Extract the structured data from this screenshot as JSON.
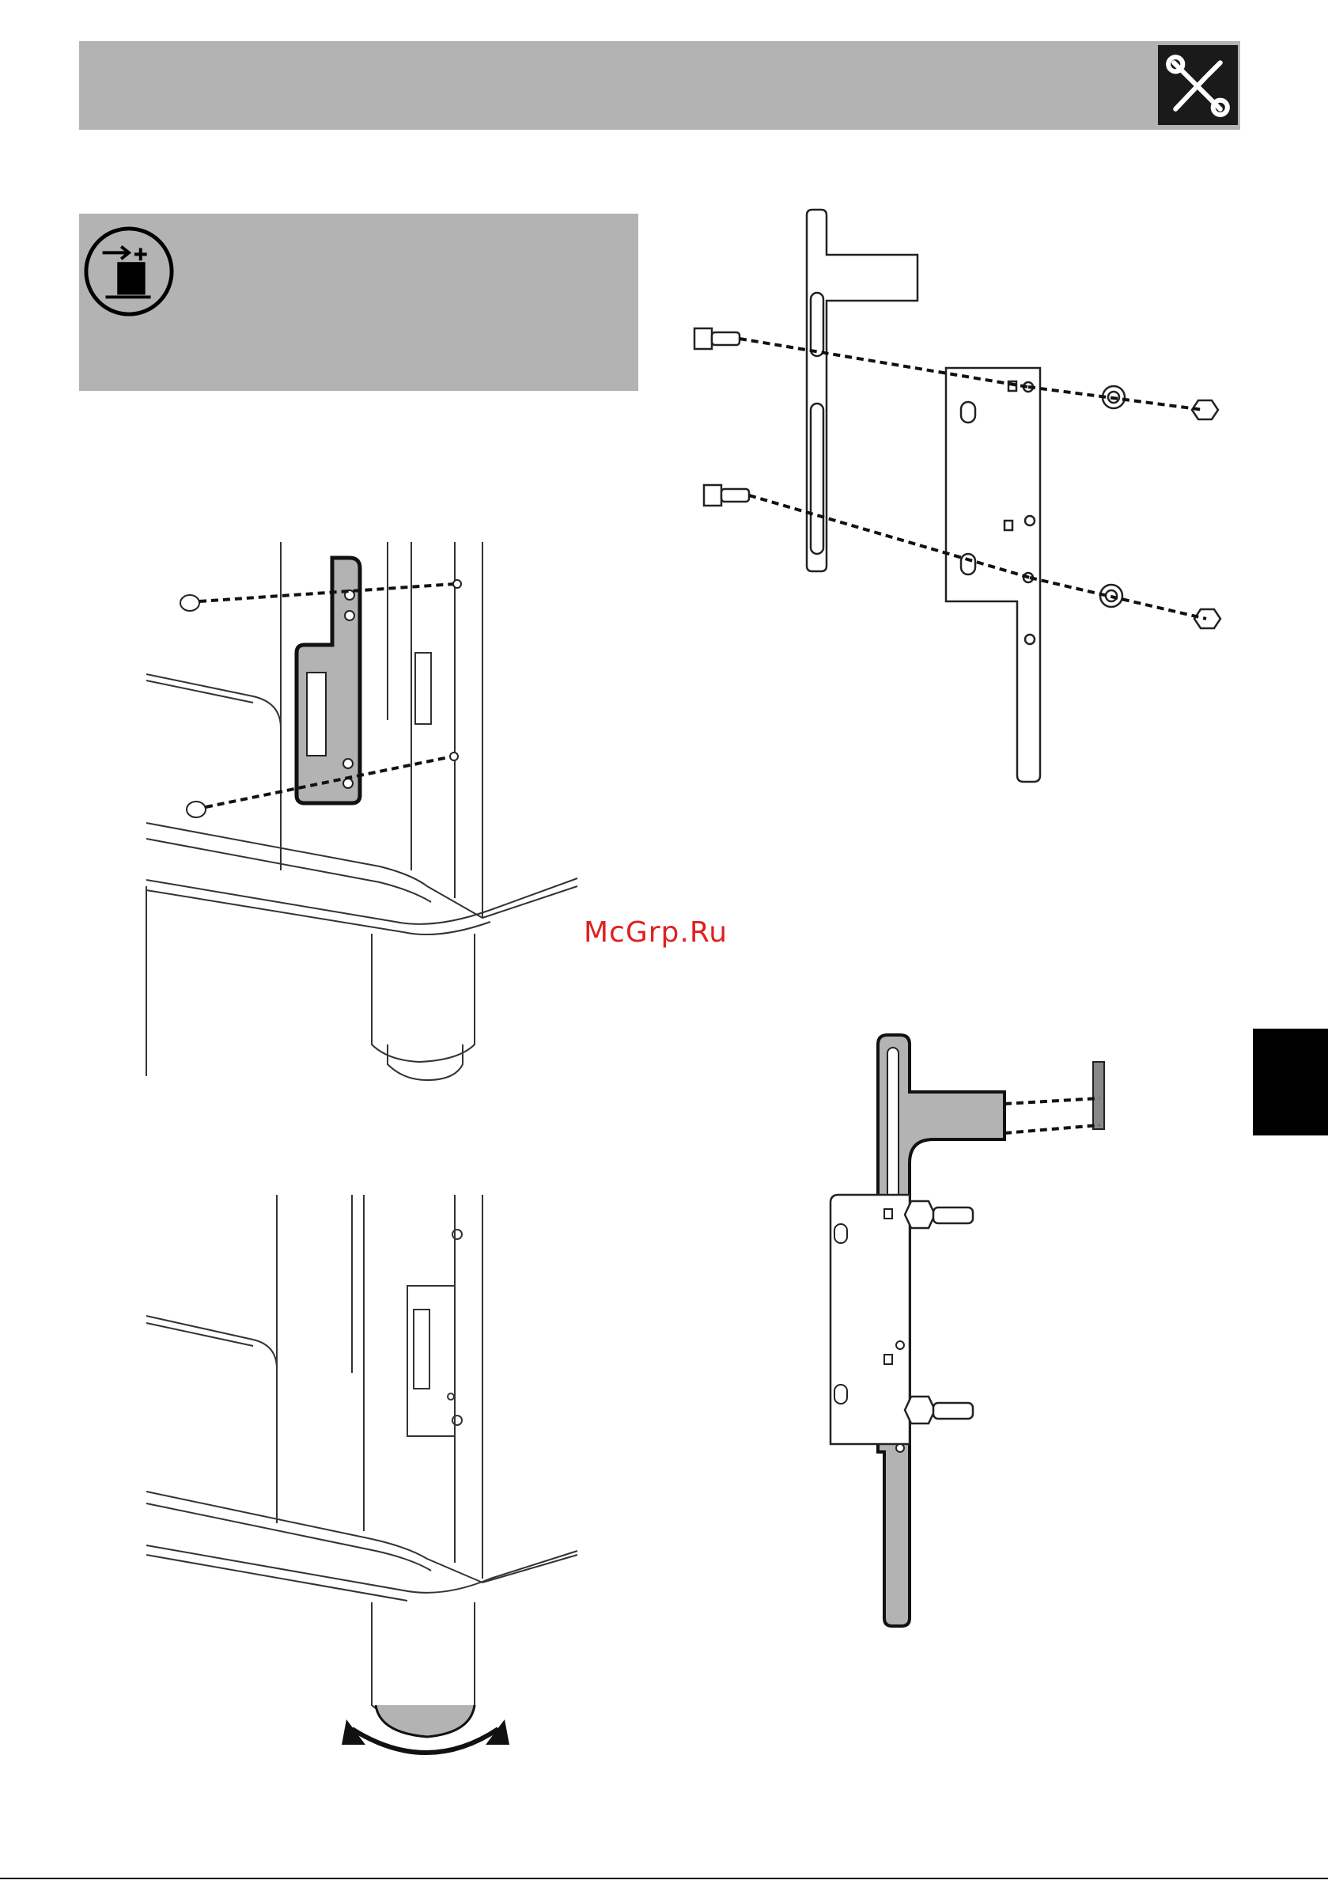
{
  "header": {
    "icon": "tools-wrench-screwdriver-icon",
    "bar_color": "#b3b3b3"
  },
  "info_box": {
    "icon": "install-fixture-icon",
    "bg_color": "#b3b3b3"
  },
  "side_tab": {
    "color": "#000000"
  },
  "watermark": {
    "text": "McGrp.Ru",
    "color": "#e02020"
  },
  "figures": [
    {
      "id": "bracket-exploded",
      "icon": "bracket-exploded-icon"
    },
    {
      "id": "appliance-bracket-fitting",
      "icon": "appliance-corner-icon"
    },
    {
      "id": "bracket-assembled",
      "icon": "bracket-assembled-icon"
    },
    {
      "id": "appliance-foot-adjust",
      "icon": "foot-adjust-icon"
    }
  ]
}
